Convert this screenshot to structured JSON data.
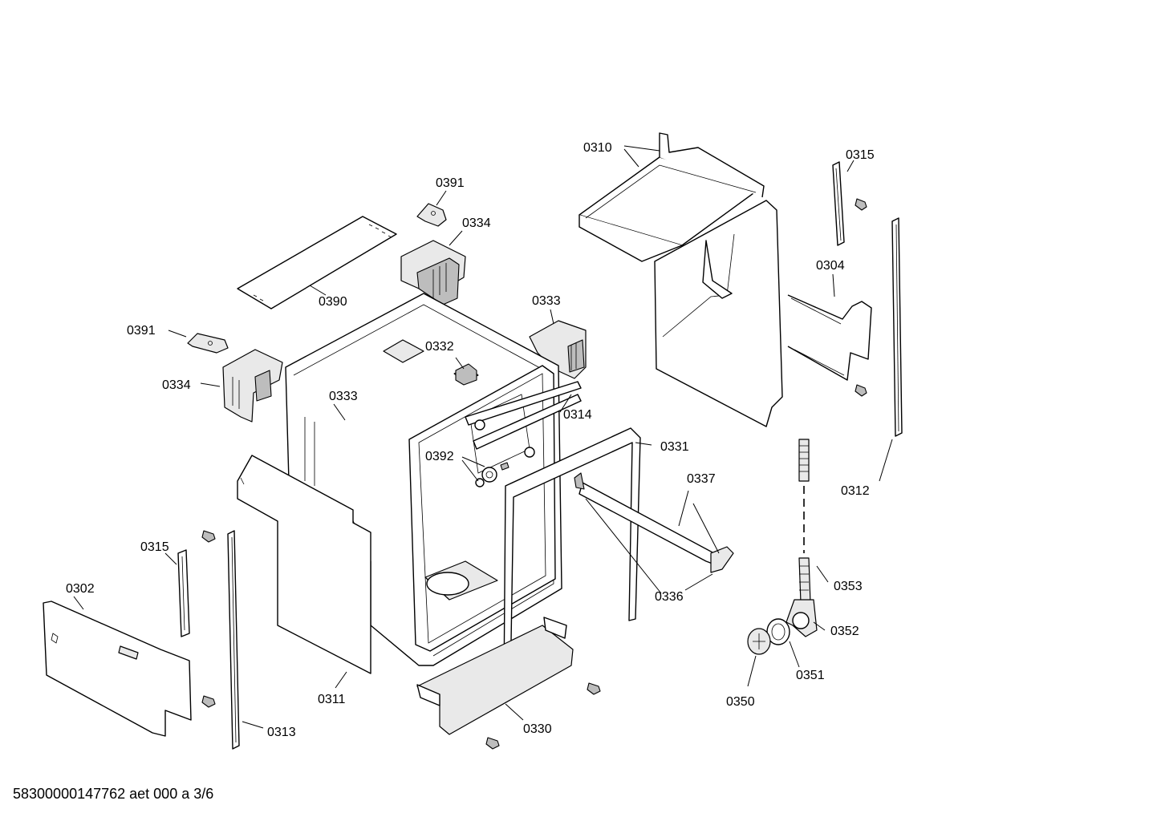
{
  "diagram": {
    "callouts": {
      "c0310": "0310",
      "c0315a": "0315",
      "c0391a": "0391",
      "c0334a": "0334",
      "c0390": "0390",
      "c0304": "0304",
      "c0333a": "0333",
      "c0391b": "0391",
      "c0332": "0332",
      "c0334b": "0334",
      "c0333b": "0333",
      "c0314": "0314",
      "c0331": "0331",
      "c0392": "0392",
      "c0337": "0337",
      "c0312": "0312",
      "c0315b": "0315",
      "c0353": "0353",
      "c0302": "0302",
      "c0336": "0336",
      "c0352": "0352",
      "c0351": "0351",
      "c0311": "0311",
      "c0350": "0350",
      "c0330": "0330",
      "c0313": "0313"
    }
  },
  "footer": {
    "drawing_id": "58300000147762 aet 000 a 3/6"
  }
}
